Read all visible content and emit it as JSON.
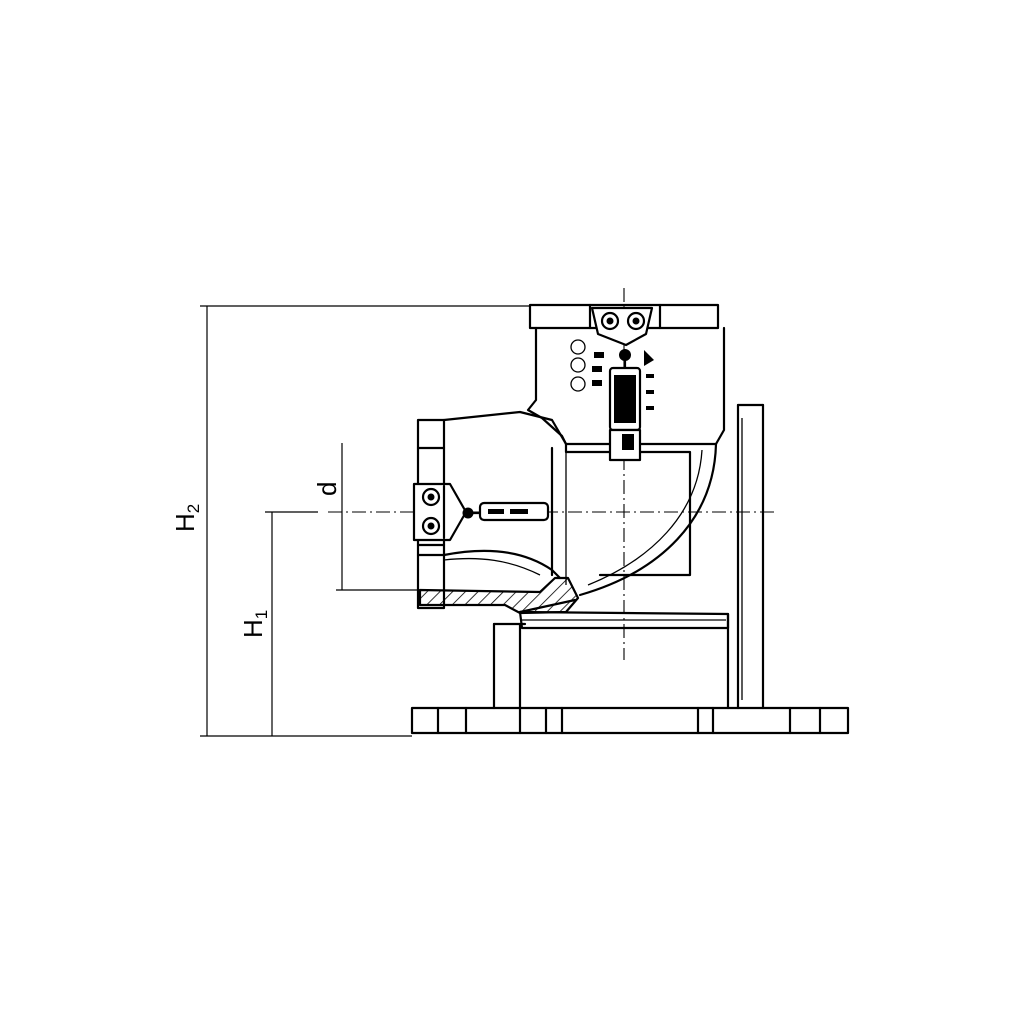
{
  "labels": {
    "h2_main": "H",
    "h2_sub": "2",
    "h1_main": "H",
    "h1_sub": "1",
    "d": "d"
  }
}
